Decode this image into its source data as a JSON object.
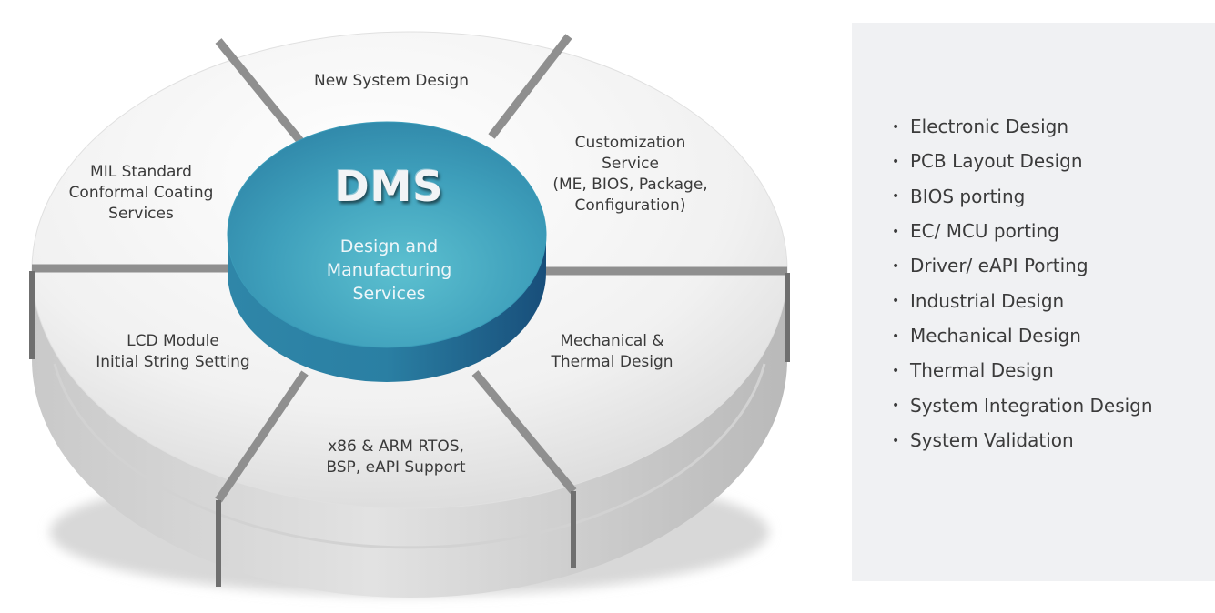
{
  "diagram": {
    "hub": {
      "title": "DMS",
      "subtitle": "Design and\nManufacturing\nServices"
    },
    "segments": [
      {
        "id": "new-system-design",
        "label": "New System Design"
      },
      {
        "id": "customization-service",
        "label": "Customization\nService\n(ME, BIOS, Package,\nConfiguration)"
      },
      {
        "id": "mechanical-thermal",
        "label": "Mechanical &\nThermal Design"
      },
      {
        "id": "rtos-bsp",
        "label": "x86 & ARM RTOS,\nBSP, eAPI Support"
      },
      {
        "id": "lcd-module",
        "label": "LCD Module\nInitial String Setting"
      },
      {
        "id": "mil-standard",
        "label": "MIL Standard\nConformal Coating\nServices"
      }
    ]
  },
  "services": [
    "Electronic Design",
    "PCB Layout Design",
    "BIOS porting",
    "EC/ MCU porting",
    "Driver/ eAPI Porting",
    "Industrial Design",
    "Mechanical Design",
    "Thermal Design",
    "System Integration Design",
    "System Validation"
  ],
  "colors": {
    "hub_top": "#4aa8be",
    "hub_side": "#1f6f97",
    "segment_face": "#f3f3f3",
    "segment_side": "#bfbfbf",
    "divider": "#8f8f8f",
    "panel": "#f0f1f3"
  }
}
